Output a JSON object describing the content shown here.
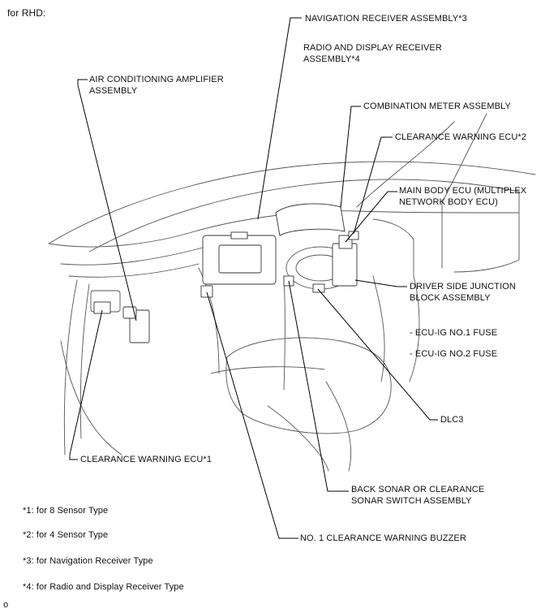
{
  "header": {
    "variant": "for RHD:"
  },
  "callouts": {
    "navigation_receiver": "NAVIGATION RECEIVER ASSEMBLY*3",
    "radio_display_receiver": "RADIO AND DISPLAY RECEIVER\nASSEMBLY*4",
    "air_conditioning_amplifier": "AIR CONDITIONING AMPLIFIER\nASSEMBLY",
    "combination_meter": "COMBINATION METER ASSEMBLY",
    "clearance_warning_ecu_2": "CLEARANCE WARNING ECU*2",
    "main_body_ecu": "MAIN BODY ECU (MULTIPLEX\nNETWORK BODY ECU)",
    "driver_side_junction_block": "DRIVER SIDE JUNCTION\nBLOCK ASSEMBLY",
    "ecu_ig_no1_fuse": "- ECU-IG NO.1 FUSE",
    "ecu_ig_no2_fuse": "- ECU-IG NO.2 FUSE",
    "dlc3": "DLC3",
    "clearance_warning_ecu_1": "CLEARANCE WARNING ECU*1",
    "back_sonar_switch": "BACK SONAR OR CLEARANCE\nSONAR SWITCH ASSEMBLY",
    "clearance_warning_buzzer": "NO. 1 CLEARANCE WARNING BUZZER"
  },
  "footnotes": [
    "*1: for 8 Sensor Type",
    "*2: for 4 Sensor Type",
    "*3: for Navigation Receiver Type",
    "*4: for Radio and Display Receiver Type"
  ],
  "figure_code": "o"
}
